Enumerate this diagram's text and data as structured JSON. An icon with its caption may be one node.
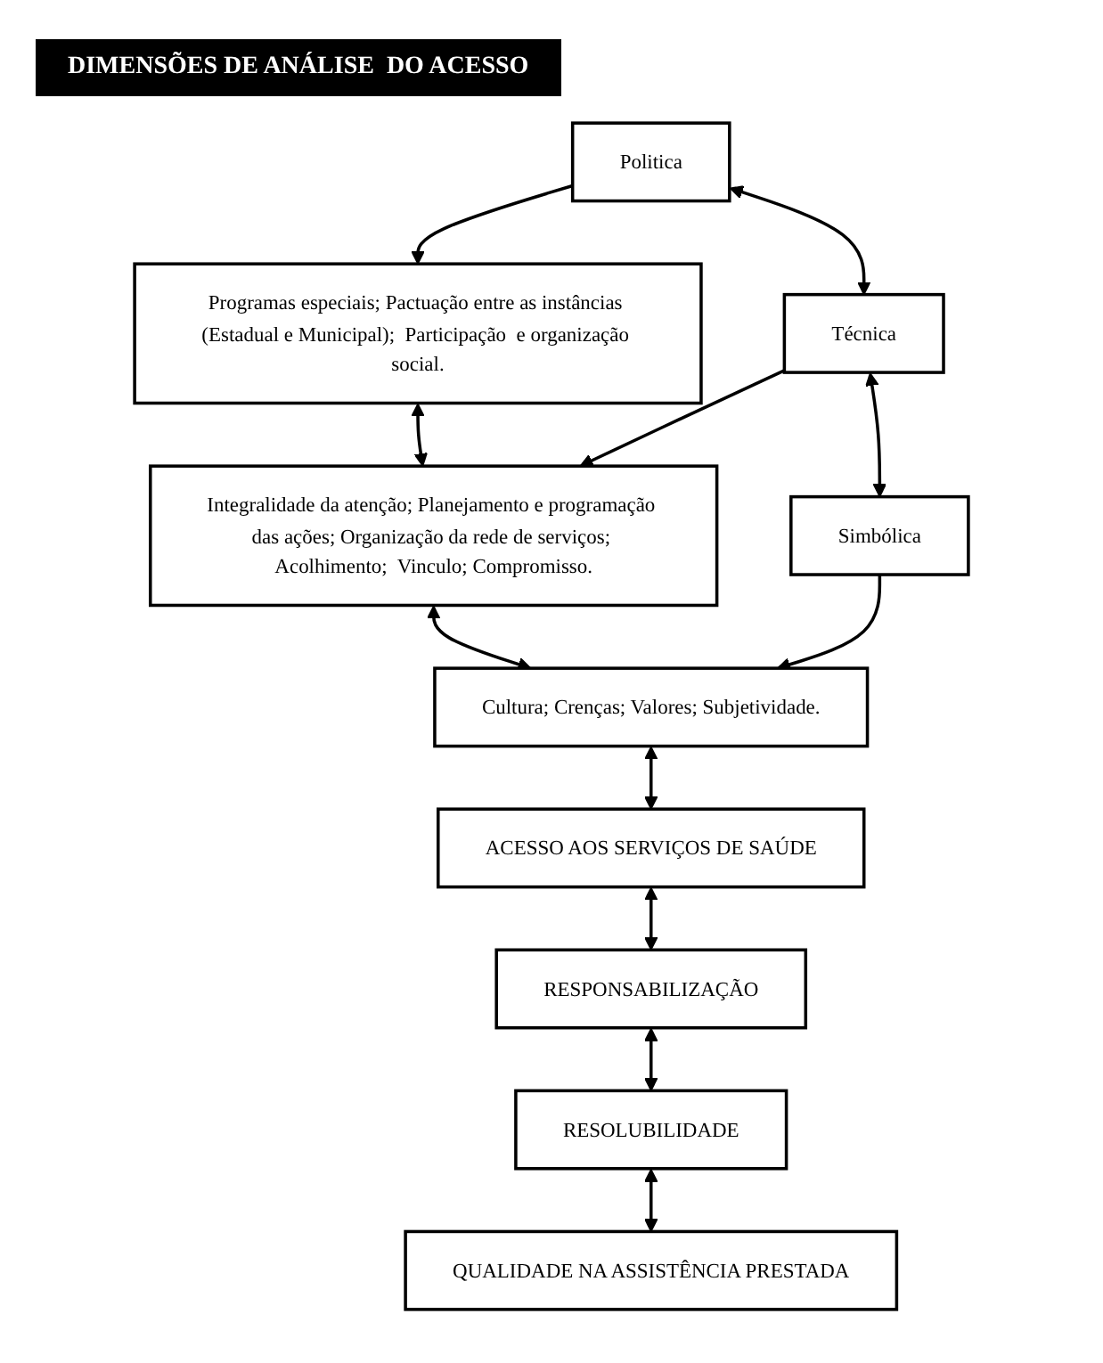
{
  "diagram": {
    "title": "DIMENSÕES DE ANÁLISE  DO ACESSO",
    "nodes": [
      {
        "text": [
          "Politica"
        ]
      },
      {
        "text": [
          "Programas especiais; Pactuação entre as instâncias (Estadual e Municipal);  Participação  e organização social."
        ]
      },
      {
        "text": [
          "Técnica"
        ]
      },
      {
        "text": [
          "Integralidade da atenção; Planejamento e programação das ações; Organização da rede de serviços; Acolhimento;  Vinculo; Compromisso."
        ]
      },
      {
        "text": [
          "Simbólica"
        ]
      },
      {
        "text": [
          "Cultura; Crenças; Valores; Subjetividade."
        ]
      },
      {
        "text": [
          "ACESSO AOS SERVIÇOS DE SAÚDE"
        ]
      },
      {
        "text": [
          "RESPONSABILIZAÇÃO"
        ]
      },
      {
        "text": [
          "RESOLUBILIDADE"
        ]
      },
      {
        "text": [
          "QUALIDADE NA ASSISTÊNCIA PRESTADA"
        ]
      }
    ],
    "edges": [
      {
        "from": 0,
        "to": 1,
        "arrow": "to"
      },
      {
        "from": 0,
        "to": 2,
        "arrow": "both"
      },
      {
        "from": 1,
        "to": 3,
        "arrow": "both"
      },
      {
        "from": 2,
        "to": 3,
        "arrow": "to"
      },
      {
        "from": 2,
        "to": 4,
        "arrow": "both"
      },
      {
        "from": 3,
        "to": 5,
        "arrow": "both"
      },
      {
        "from": 4,
        "to": 5,
        "arrow": "to"
      },
      {
        "from": 5,
        "to": 6,
        "arrow": "both"
      },
      {
        "from": 6,
        "to": 7,
        "arrow": "both"
      },
      {
        "from": 7,
        "to": 8,
        "arrow": "both"
      },
      {
        "from": 8,
        "to": 9,
        "arrow": "both"
      }
    ]
  }
}
